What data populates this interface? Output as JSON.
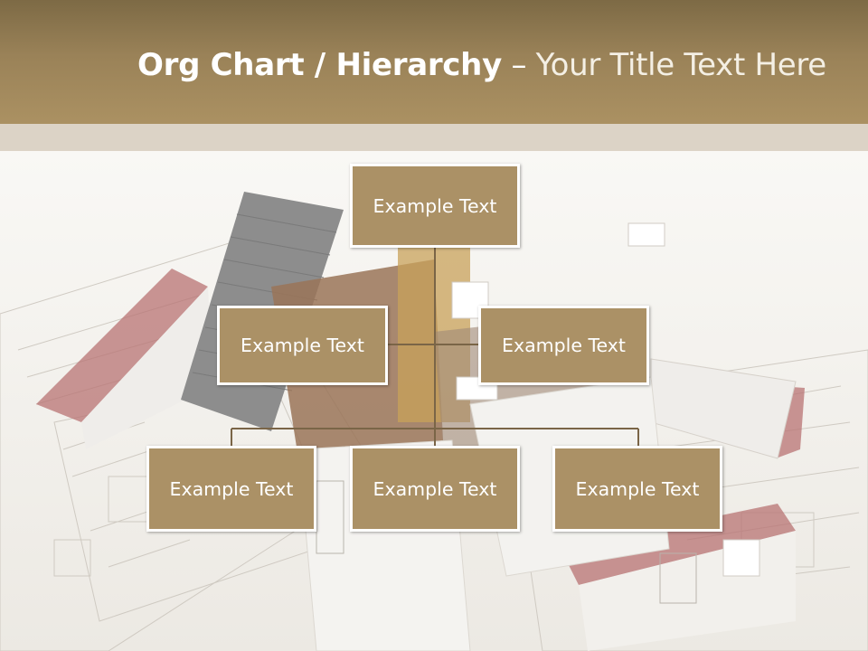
{
  "slide": {
    "title_bold": "Org Chart / Hierarchy",
    "title_dash": " – ",
    "title_rest": "Your Title Text Here"
  },
  "org": {
    "top": "Example Text",
    "assistant_left": "Example Text",
    "assistant_right": "Example Text",
    "child_1": "Example Text",
    "child_2": "Example Text",
    "child_3": "Example Text"
  },
  "colors": {
    "header": "#9a8258",
    "node_fill": "#ab9166",
    "connector": "#7a6547"
  }
}
